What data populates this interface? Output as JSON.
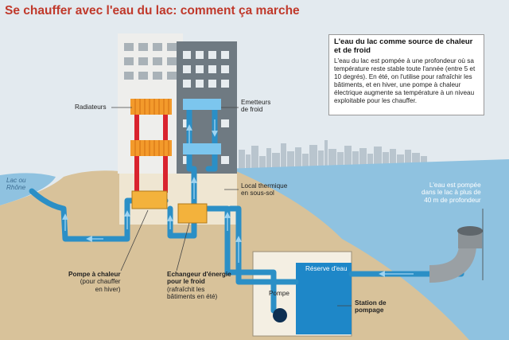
{
  "title": "Se chauffer avec l'eau du lac: comment ça marche",
  "infobox": {
    "heading": "L'eau du lac comme source de chaleur et de froid",
    "body": "L'eau du lac est pompée à une profondeur où sa température reste stable toute l'année (entre 5 et 10 degrés). En été, on l'utilise pour rafraîchir les bâtiments, et en hiver, une pompe à chaleur électrique augmente sa température à un niveau exploitable pour les chauffer."
  },
  "labels": {
    "radiateurs": "Radiateurs",
    "emetteurs_line1": "Emetteurs",
    "emetteurs_line2": "de froid",
    "local_line1": "Local thermique",
    "local_line2": "en sous-sol",
    "lac_line1": "Lac ou",
    "lac_line2": "Rhône",
    "pompe_chaleur_line1": "Pompe à chaleur",
    "pompe_chaleur_line2": "(pour chauffer",
    "pompe_chaleur_line3": "en hiver)",
    "echangeur_line1": "Echangeur d'énergie",
    "echangeur_line2": "pour le froid",
    "echangeur_line3": "(rafraîchit les",
    "echangeur_line4": "bâtiments en été)",
    "pompe": "Pompe",
    "reserve": "Réserve d'eau",
    "station_line1": "Station de",
    "station_line2": "pompage",
    "eau_line1": "L'eau est pompée",
    "eau_line2": "dans le lac à plus de",
    "eau_line3": "40 m de profondeur"
  },
  "colors": {
    "title": "#c0392b",
    "cold_pipe": "#2b8fc6",
    "warm_pipe": "#d9232e",
    "radiator": "#f39a2b",
    "emitter": "#7cc6ee",
    "ground": "#d8c29a",
    "lake": "#8fc2e0"
  }
}
